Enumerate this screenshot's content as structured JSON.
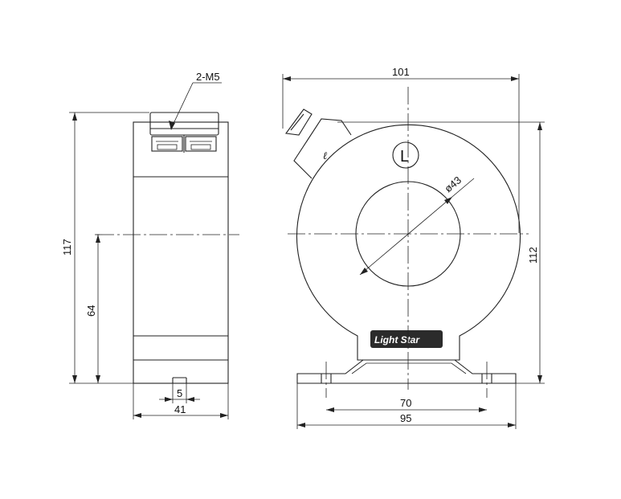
{
  "labels": {
    "screw_spec": "2-M5",
    "total_height": "117",
    "center_height": "64",
    "slot_width": "5",
    "depth": "41",
    "overall_width": "101",
    "aperture_diameter": "ø43",
    "body_height": "112",
    "mount_hole_spacing": "70",
    "base_width": "95",
    "terminal_l_small": "ℓ",
    "terminal_L": "L",
    "brand": "Light Star"
  }
}
